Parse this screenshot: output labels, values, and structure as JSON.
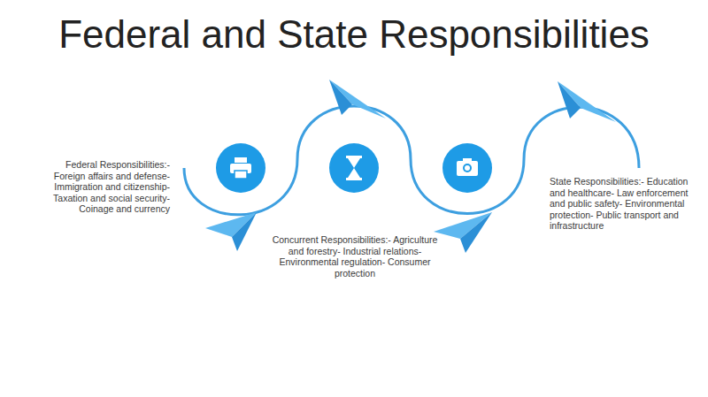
{
  "diagram": {
    "title": "Federal and State Responsibilities",
    "labels": [
      "Federal Responsibilities:- Foreign affairs and defense- Immigration and citizenship- Taxation and social security- Coinage and currency",
      "Concurrent Responsibilities:- Agriculture and forestry- Industrial relations- Environmental regulation- Consumer protection",
      "State Responsibilities:- Education and healthcare- Law enforcement and public safety- Environmental protection- Public transport and infrastructure"
    ]
  }
}
